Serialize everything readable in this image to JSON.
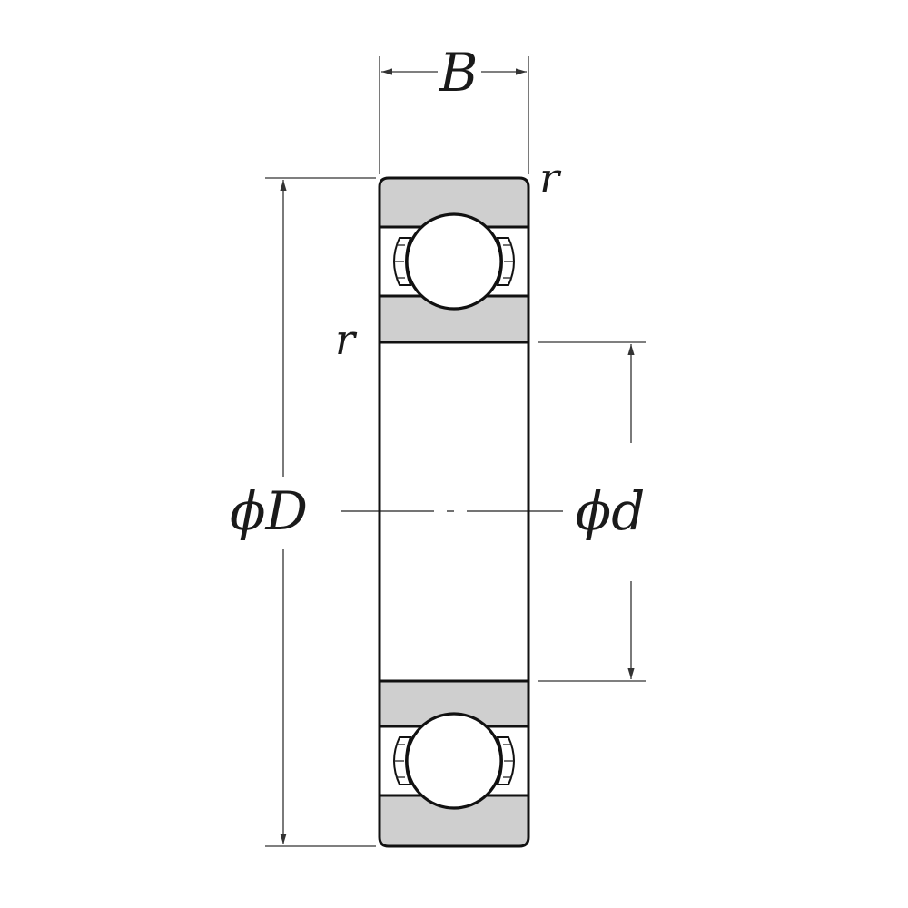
{
  "labels": {
    "width": "B",
    "outer_diameter": "ϕD",
    "inner_diameter": "ϕd",
    "fillet_top": "r",
    "fillet_side": "r"
  },
  "colors": {
    "ring_fill": "#cfcfcf",
    "outline": "#111111",
    "ball_fill": "#ffffff",
    "background": "#ffffff"
  }
}
